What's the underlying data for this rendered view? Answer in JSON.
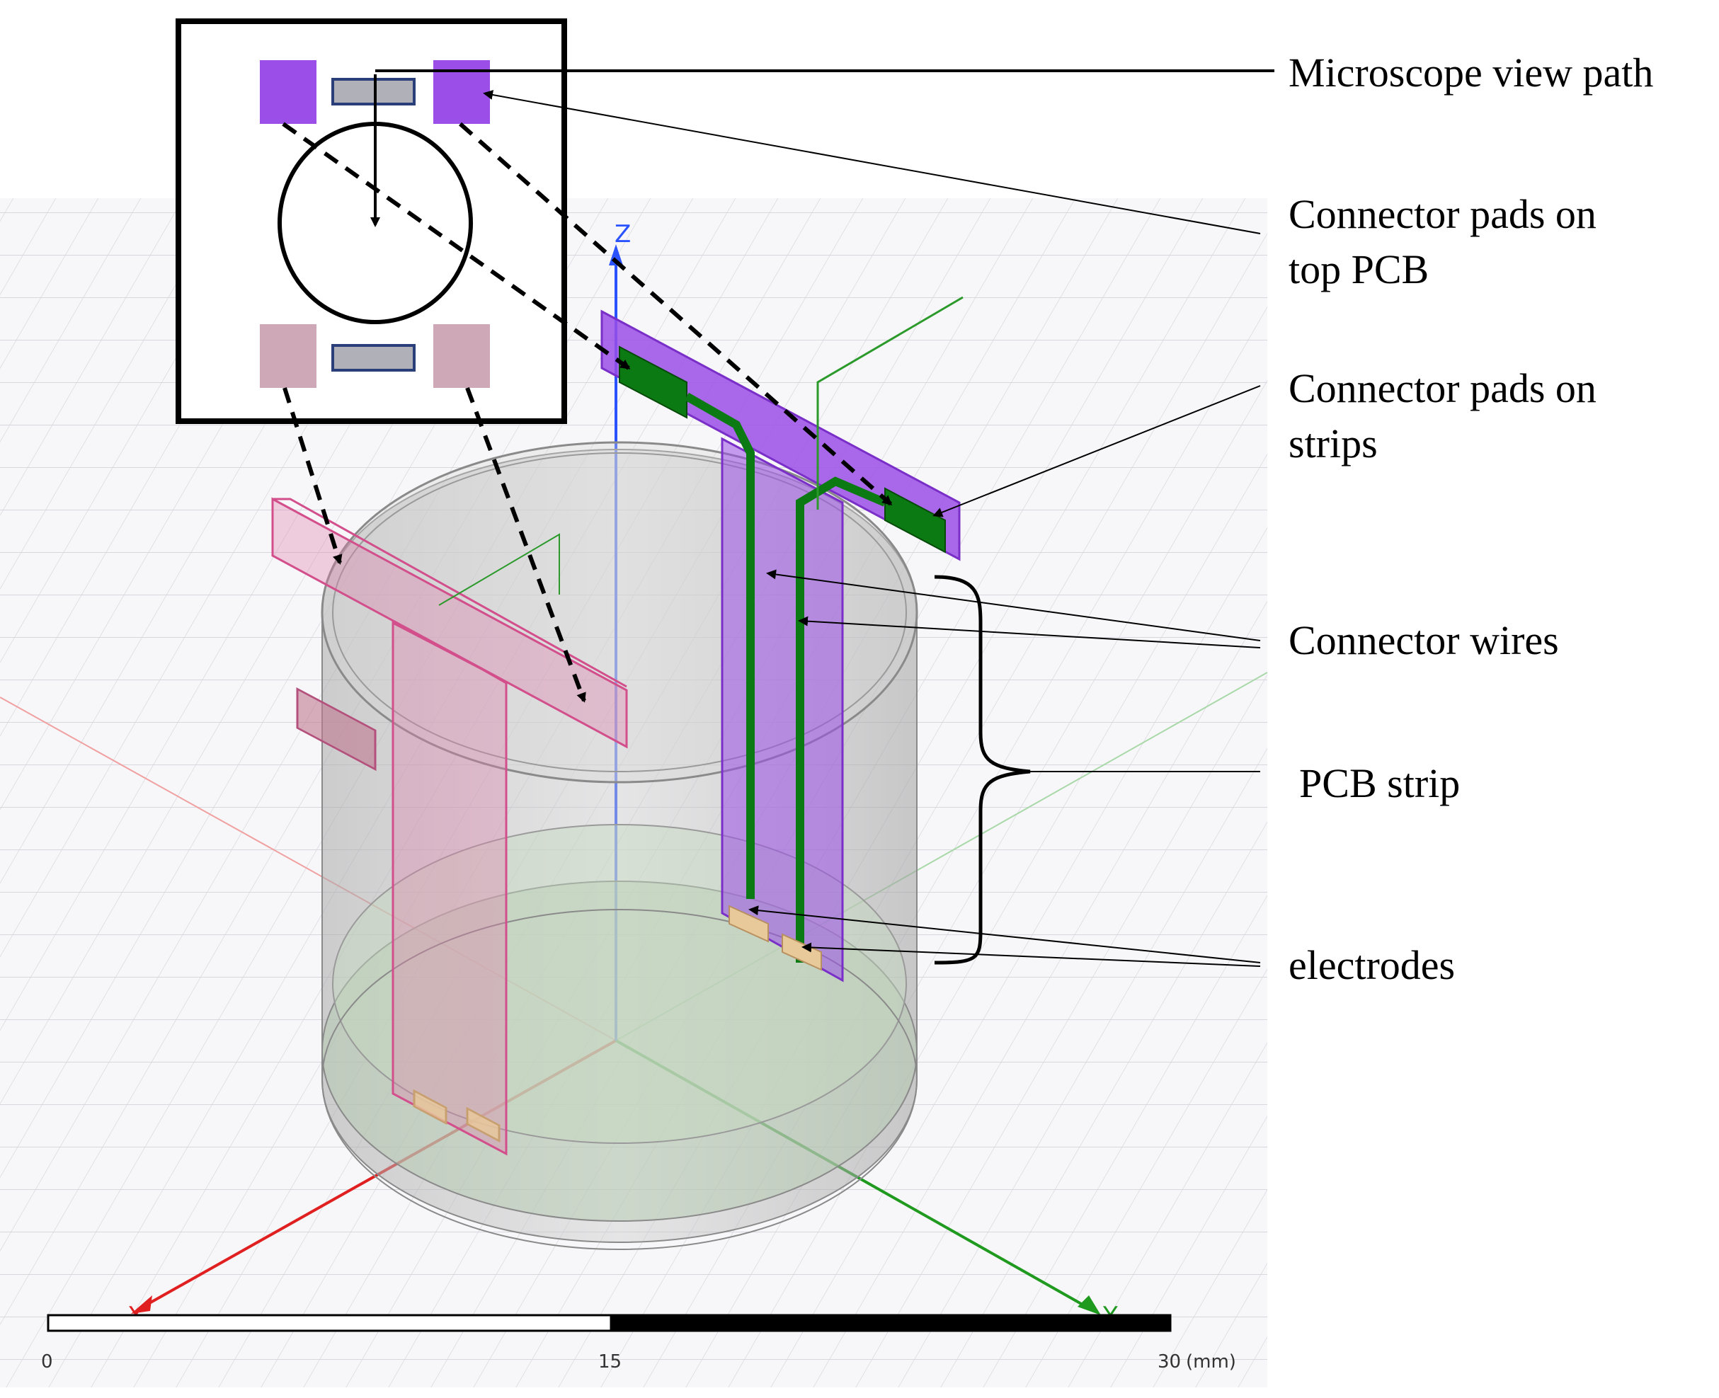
{
  "callouts": {
    "microscope_view_path": "Microscope view path",
    "connector_pads_top_line1": "Connector pads on",
    "connector_pads_top_line2": "top PCB",
    "connector_pads_strips_line1": "Connector pads on",
    "connector_pads_strips_line2": "strips",
    "connector_wires": "Connector wires",
    "pcb_strip": "PCB strip",
    "electrodes": "electrodes"
  },
  "axes": {
    "z_label": "Z",
    "x_label": "X",
    "y_label": "Y"
  },
  "scale_bar": {
    "tick_0": "0",
    "tick_mid": "15",
    "tick_end": "30",
    "unit": "(mm)"
  },
  "colors": {
    "top_pcb": "#9b4fe8",
    "bottom_pads": "#cfa8b8",
    "connector_pads": "#0b7a12",
    "connector_wires": "#0b7a12",
    "pink_strip": "#e07aa8",
    "cylinder": "#b8b8b8",
    "electrodes": "#e8c99a",
    "x_axis": "#e02020",
    "y_axis": "#1f9a1f",
    "z_axis": "#2a52ff"
  }
}
